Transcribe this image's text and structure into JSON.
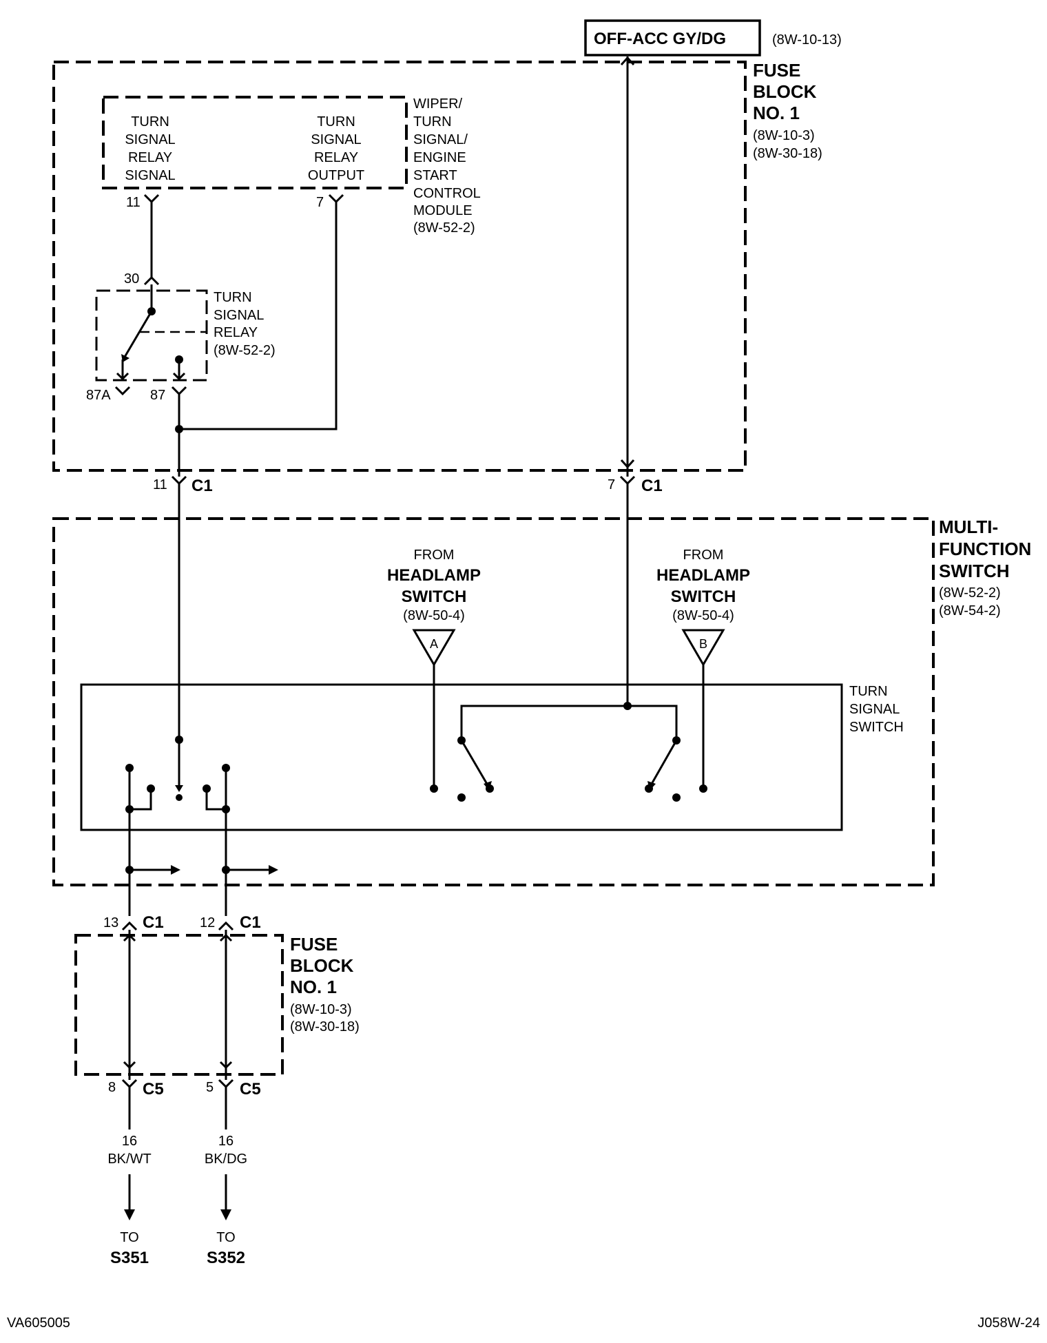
{
  "top_source": {
    "label": "OFF-ACC GY/DG",
    "ref": "(8W-10-13)"
  },
  "fuse_block_top": {
    "line1": "FUSE",
    "line2": "BLOCK",
    "line3": "NO. 1",
    "ref1": "(8W-10-3)",
    "ref2": "(8W-30-18)"
  },
  "wiper_module": {
    "name_lines": [
      "WIPER/",
      "TURN",
      "SIGNAL/",
      "ENGINE",
      "START",
      "CONTROL",
      "MODULE",
      "(8W-52-2)"
    ],
    "input_label_lines": [
      "TURN",
      "SIGNAL",
      "RELAY",
      "SIGNAL"
    ],
    "output_label_lines": [
      "TURN",
      "SIGNAL",
      "RELAY",
      "OUTPUT"
    ],
    "pin_signal": "11",
    "pin_output": "7"
  },
  "relay": {
    "name_lines": [
      "TURN",
      "SIGNAL",
      "RELAY",
      "(8W-52-2)"
    ],
    "pin_30": "30",
    "pin_87a": "87A",
    "pin_87": "87"
  },
  "connectors_top": [
    {
      "pin": "11",
      "name": "C1"
    },
    {
      "pin": "7",
      "name": "C1"
    }
  ],
  "multifunction_switch": {
    "line1": "MULTI-",
    "line2": "FUNCTION",
    "line3": "SWITCH",
    "ref1": "(8W-52-2)",
    "ref2": "(8W-54-2)"
  },
  "headlamp_inputs": [
    {
      "from": "FROM",
      "name1": "HEADLAMP",
      "name2": "SWITCH",
      "ref": "(8W-50-4)",
      "tag": "A"
    },
    {
      "from": "FROM",
      "name1": "HEADLAMP",
      "name2": "SWITCH",
      "ref": "(8W-50-4)",
      "tag": "B"
    }
  ],
  "turn_signal_switch": {
    "lines": [
      "TURN",
      "SIGNAL",
      "SWITCH"
    ]
  },
  "connectors_mid": [
    {
      "pin": "13",
      "name": "C1"
    },
    {
      "pin": "12",
      "name": "C1"
    }
  ],
  "fuse_block_bottom": {
    "line1": "FUSE",
    "line2": "BLOCK",
    "line3": "NO. 1",
    "ref1": "(8W-10-3)",
    "ref2": "(8W-30-18)"
  },
  "connectors_bottom": [
    {
      "pin": "8",
      "name": "C5"
    },
    {
      "pin": "5",
      "name": "C5"
    }
  ],
  "outputs": [
    {
      "gauge": "16",
      "color": "BK/WT",
      "to": "TO",
      "dest": "S351"
    },
    {
      "gauge": "16",
      "color": "BK/DG",
      "to": "TO",
      "dest": "S352"
    }
  ],
  "footer": {
    "left": "VA605005",
    "right": "J058W-24"
  }
}
